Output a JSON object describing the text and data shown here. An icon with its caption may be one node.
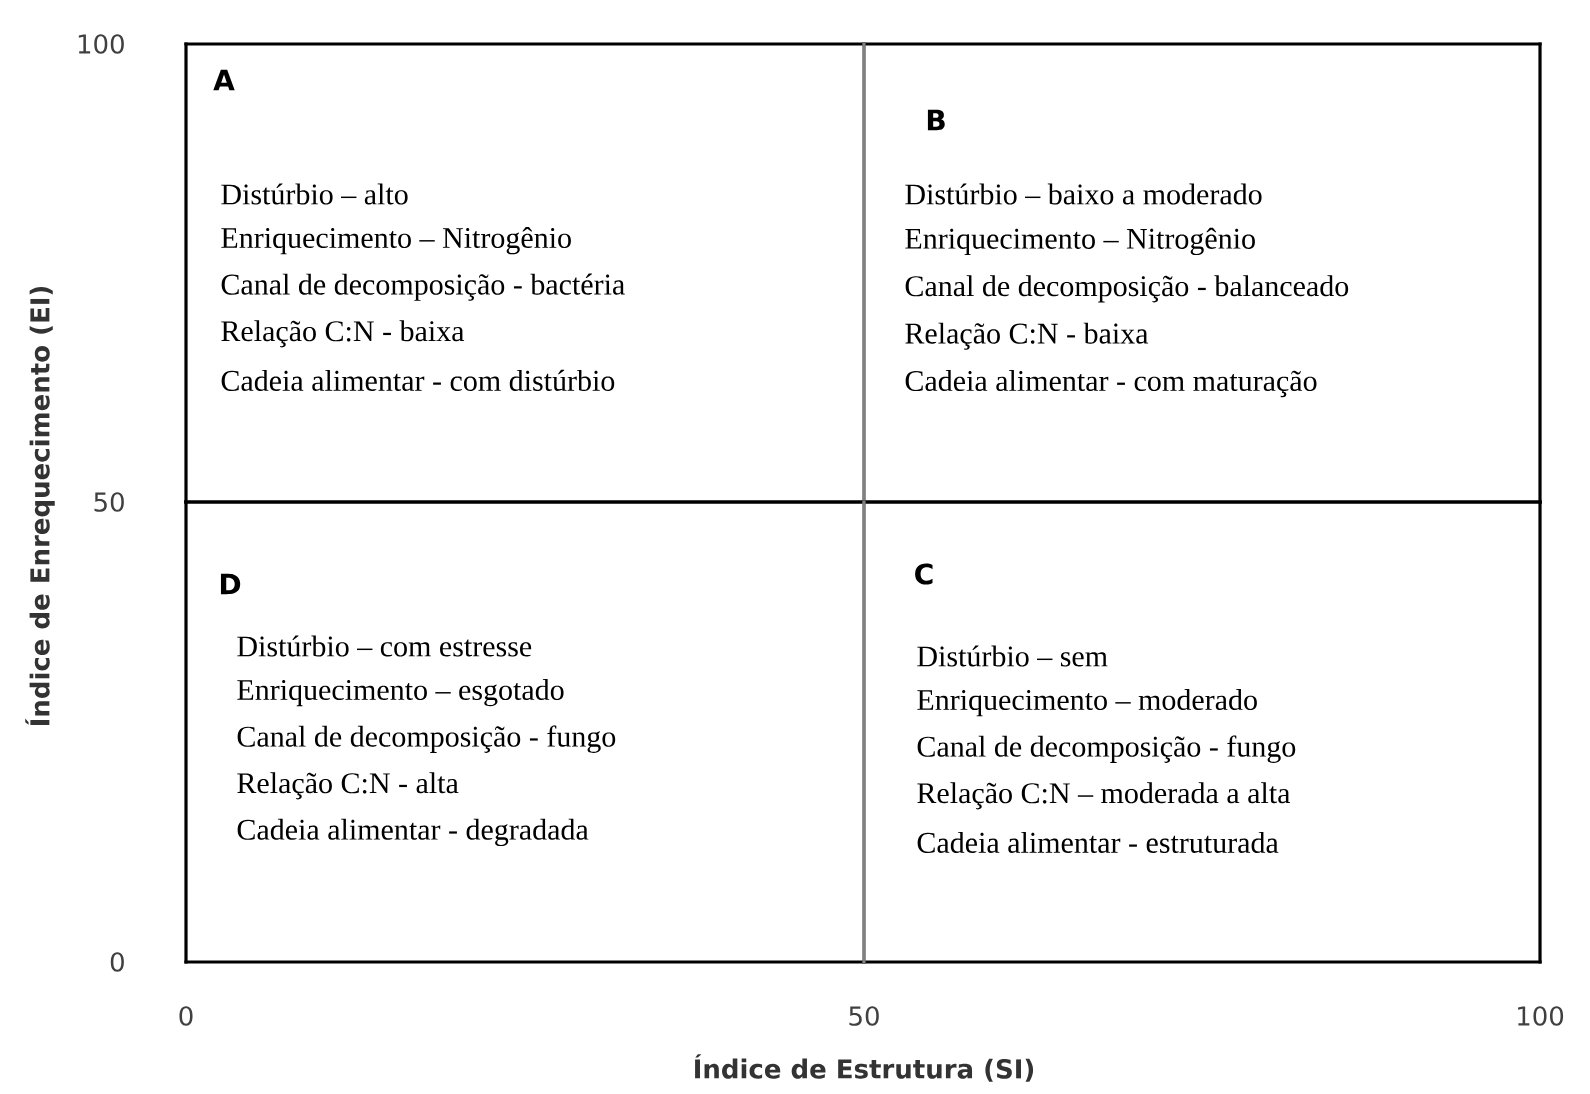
{
  "diagram": {
    "nodes": [
      {
        "text": [
          "A",
          "Distúrbio – alto",
          "Enriquecimento – Nitrogênio",
          "Canal de decomposição - bactéria",
          "Relação C:N - baixa",
          "Cadeia alimentar - com distúrbio"
        ]
      },
      {
        "text": [
          "B",
          "Distúrbio – baixo  a moderado",
          "Enriquecimento – Nitrogênio",
          "Canal de decomposição - balanceado",
          "Relação C:N - baixa",
          "Cadeia alimentar - com maturação"
        ]
      },
      {
        "text": [
          "D",
          "Distúrbio –  com  estresse",
          "Enriquecimento – esgotado",
          "Canal de decomposição - fungo",
          "Relação C:N - alta",
          "Cadeia alimentar - degradada"
        ]
      },
      {
        "text": [
          "C",
          "Distúrbio – sem",
          "Enriquecimento – moderado",
          "Canal de decomposição - fungo",
          "Relação C:N – moderada  a alta",
          "Cadeia alimentar - estruturada"
        ]
      }
    ],
    "labels": [
      "100",
      "Índice de Enrequecimento (EI)",
      "50",
      "0",
      "0",
      "50",
      "100",
      "Índice de Estrutura (SI)"
    ]
  }
}
